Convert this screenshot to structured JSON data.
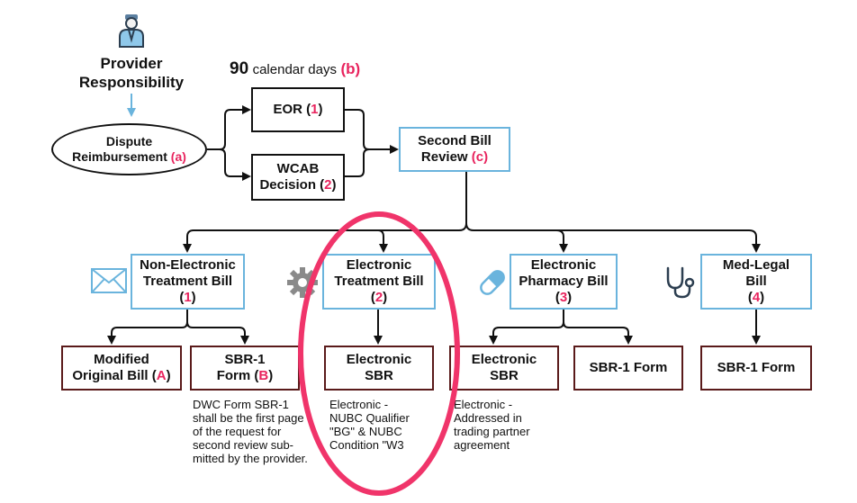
{
  "provider": {
    "line1": "Provider",
    "line2": "Responsibility"
  },
  "dispute": {
    "label": "Dispute",
    "label2": "Reimbursement",
    "ref": "(a)"
  },
  "days": {
    "number": "90",
    "text": "calendar days",
    "ref": "(b)"
  },
  "eor": {
    "label": "EOR",
    "ref_open": "(",
    "ref": "1",
    "ref_close": ")"
  },
  "wcab": {
    "line1": "WCAB",
    "line2": "Decision",
    "ref_open": "(",
    "ref": "2",
    "ref_close": ")"
  },
  "second_review": {
    "line1": "Second Bill",
    "line2": "Review",
    "ref": "(c)"
  },
  "bills": [
    {
      "line1": "Non-Electronic",
      "line2": "Treatment Bill",
      "ref_open": "(",
      "ref": "1",
      "ref_close": ")"
    },
    {
      "line1": "Electronic",
      "line2": "Treatment Bill",
      "ref_open": "(",
      "ref": "2",
      "ref_close": ")"
    },
    {
      "line1": "Electronic",
      "line2": "Pharmacy Bill",
      "ref_open": "(",
      "ref": "3",
      "ref_close": ")"
    },
    {
      "line1": "Med-Legal",
      "line2": "Bill",
      "ref_open": "(",
      "ref": "4",
      "ref_close": ")"
    }
  ],
  "forms": {
    "modified": {
      "line1": "Modified",
      "line2": "Original Bill",
      "ref_open": "(",
      "ref": "A",
      "ref_close": ")"
    },
    "sbr1_b": {
      "line1": "SBR-1",
      "line2": "Form",
      "ref_open": "(",
      "ref": "B",
      "ref_close": ")"
    },
    "esbr_2": {
      "line1": "Electronic",
      "line2": "SBR"
    },
    "esbr_3": {
      "line1": "Electronic",
      "line2": "SBR"
    },
    "sbr1_3": {
      "label": "SBR-1 Form"
    },
    "sbr1_4": {
      "label": "SBR-1 Form"
    }
  },
  "notes": {
    "sbr1": [
      "DWC Form SBR-1",
      "shall be the first page",
      "of the request for",
      "second review sub-",
      "mitted by the provider."
    ],
    "etb": [
      "Electronic -",
      "NUBC Qualifier",
      "\"BG\" & NUBC",
      "Condition \"W3"
    ],
    "epb": [
      "Electronic -",
      "Addressed in",
      "trading partner",
      "agreement"
    ]
  },
  "colors": {
    "accent": "#e8245e",
    "blue_border": "#6ab4dd",
    "maroon_border": "#5a1a1a",
    "highlight_ellipse": "#f0346a"
  },
  "icons": [
    "person-icon",
    "envelope-icon",
    "gear-icon",
    "pill-icon",
    "stethoscope-icon"
  ]
}
